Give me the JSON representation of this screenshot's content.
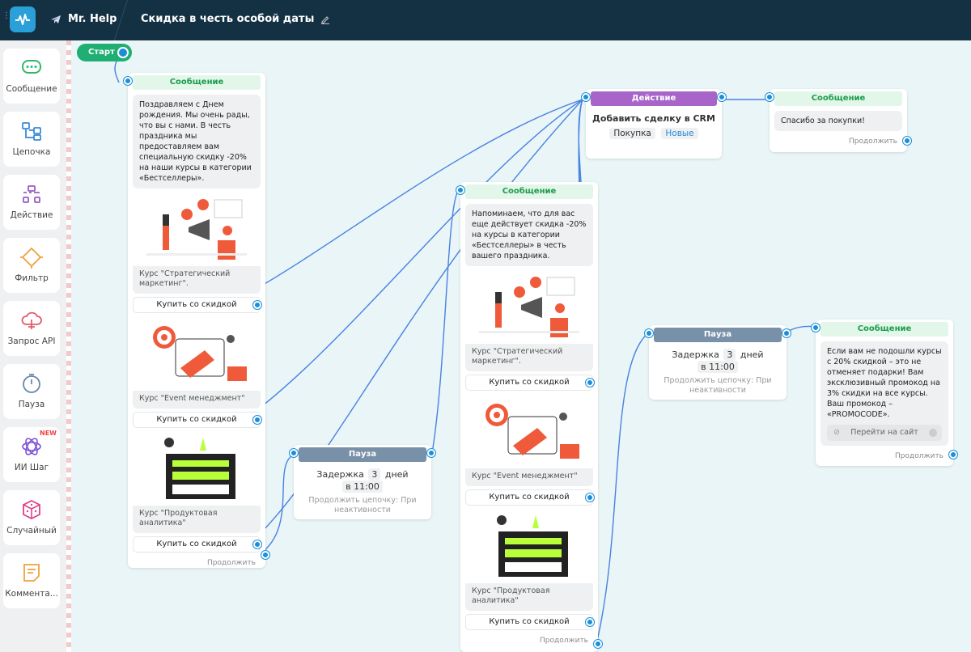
{
  "topbar": {
    "bot_name": "Mr. Help",
    "flow_title": "Скидка в честь особой даты"
  },
  "sidebar": [
    {
      "label": "Сообщение",
      "icon": "message-icon"
    },
    {
      "label": "Цепочка",
      "icon": "chain-icon"
    },
    {
      "label": "Действие",
      "icon": "action-icon"
    },
    {
      "label": "Фильтр",
      "icon": "filter-icon"
    },
    {
      "label": "Запрос API",
      "icon": "api-icon"
    },
    {
      "label": "Пауза",
      "icon": "timer-icon"
    },
    {
      "label": "ИИ Шаг",
      "icon": "ai-icon",
      "badge": "NEW"
    },
    {
      "label": "Случайный",
      "icon": "dice-icon"
    },
    {
      "label": "Коммента...",
      "icon": "note-icon"
    }
  ],
  "start": {
    "label": "Старт"
  },
  "node1": {
    "header": "Сообщение",
    "text": "Поздравляем с Днем рождения. Мы очень рады, что вы с нами. В честь праздника мы предоставляем вам специальную скидку -20% на наши курсы в категории «Бестселлеры».",
    "cards": [
      {
        "caption": "Курс \"Стратегический маркетинг\".",
        "button": "Купить со скидкой"
      },
      {
        "caption": "Курс \"Event менеджмент\"",
        "button": "Купить со скидкой"
      },
      {
        "caption": "Курс \"Продуктовая аналитика\"",
        "button": "Купить со скидкой"
      }
    ],
    "continue": "Продолжить"
  },
  "pause1": {
    "header": "Пауза",
    "delay_label": "Задержка",
    "delay_value": "3",
    "unit": "дней",
    "time": "в 11:00",
    "sub": "Продолжить цепочку: При неактивности"
  },
  "node2": {
    "header": "Сообщение",
    "text": "Напоминаем, что для вас еще действует скидка -20% на курсы в категории «Бестселлеры» в честь вашего праздника.",
    "cards": [
      {
        "caption": "Курс \"Стратегический маркетинг\".",
        "button": "Купить со скидкой"
      },
      {
        "caption": "Курс \"Event менеджмент\"",
        "button": "Купить со скидкой"
      },
      {
        "caption": "Курс \"Продуктовая аналитика\"",
        "button": "Купить со скидкой"
      }
    ],
    "continue": "Продолжить"
  },
  "action": {
    "header": "Действие",
    "title": "Добавить сделку в CRM",
    "tag1": "Покупка",
    "tag2": "Новые"
  },
  "node3": {
    "header": "Сообщение",
    "text": "Спасибо за покупки!",
    "continue": "Продолжить"
  },
  "pause2": {
    "header": "Пауза",
    "delay_label": "Задержка",
    "delay_value": "3",
    "unit": "дней",
    "time": "в 11:00",
    "sub": "Продолжить цепочку: При неактивности"
  },
  "node4": {
    "header": "Сообщение",
    "text": "Если вам не подошли курсы с 20% скидкой – это не отменяет подарки! Вам эксклюзивный промокод на 3% скидки на все курсы. Ваш промокод – «PROMOCODE».",
    "button": "Перейти на сайт",
    "continue": "Продолжить"
  },
  "colors": {
    "accent": "#1a8fd8",
    "topbar": "#143143",
    "message": "#1e9b4a",
    "pause": "#7890a8",
    "action": "#a765c9"
  }
}
